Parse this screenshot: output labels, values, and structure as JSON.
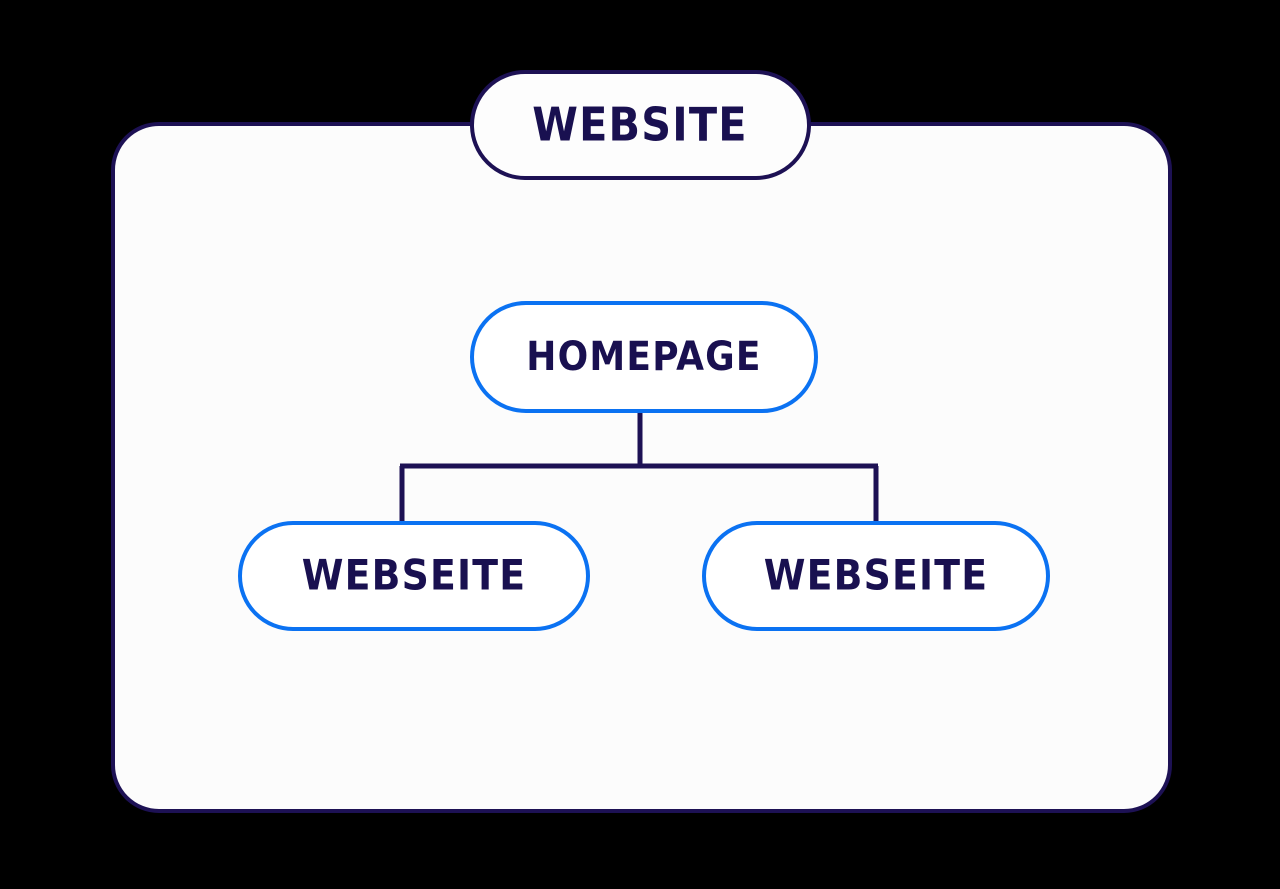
{
  "diagram": {
    "type": "tree",
    "title_node": {
      "label": "WEBSITE",
      "border_color": "#1d1154",
      "fill_color": "#fdfdfd",
      "text_color": "#191050"
    },
    "container": {
      "border_color": "#1d1154",
      "fill_color": "#fcfcfc"
    },
    "canvas": {
      "background_color": "#000000"
    },
    "connector": {
      "color": "#1d1154"
    },
    "nodes": [
      {
        "id": "homepage",
        "label": "HOMEPAGE",
        "level": 1,
        "border_color": "#0b72f2",
        "fill_color": "#ffffff",
        "text_color": "#191050"
      },
      {
        "id": "webseite-left",
        "label": "WEBSEITE",
        "level": 2,
        "parent": "homepage",
        "border_color": "#0b72f2",
        "fill_color": "#ffffff",
        "text_color": "#191050"
      },
      {
        "id": "webseite-right",
        "label": "WEBSEITE",
        "level": 2,
        "parent": "homepage",
        "border_color": "#0b72f2",
        "fill_color": "#ffffff",
        "text_color": "#191050"
      }
    ],
    "edges": [
      {
        "from": "homepage",
        "to": "webseite-left"
      },
      {
        "from": "homepage",
        "to": "webseite-right"
      }
    ]
  }
}
